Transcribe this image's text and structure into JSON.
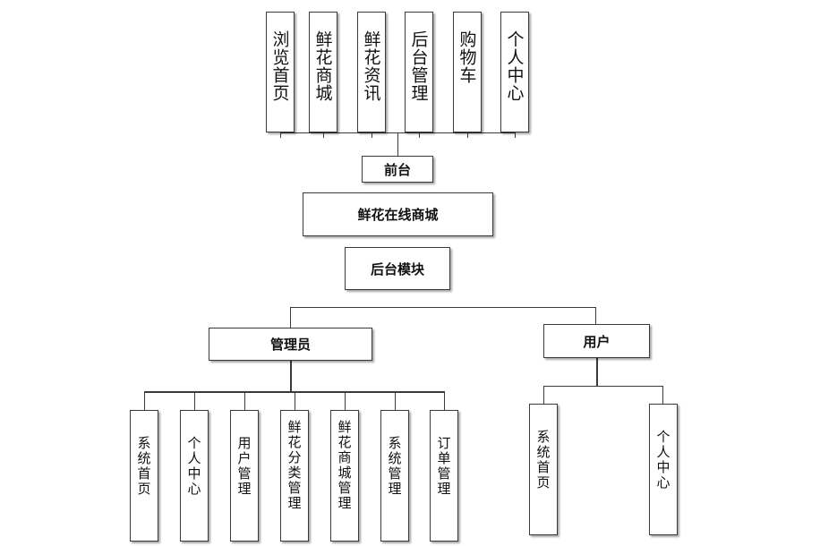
{
  "diagram": {
    "frontend": {
      "label": "前台",
      "modules": [
        "浏览首页",
        "鲜花商城",
        "鲜花资讯",
        "后台管理",
        "购物车",
        "个人中心"
      ]
    },
    "root": {
      "label": "鲜花在线商城"
    },
    "backend": {
      "label": "后台模块"
    },
    "admin": {
      "label": "管理员",
      "modules": [
        "系统首页",
        "个人中心",
        "用户管理",
        "鲜花分类管理",
        "鲜花商城管理",
        "系统管理",
        "订单管理"
      ]
    },
    "user": {
      "label": "用户",
      "modules": [
        "系统首页",
        "个人中心"
      ]
    }
  }
}
